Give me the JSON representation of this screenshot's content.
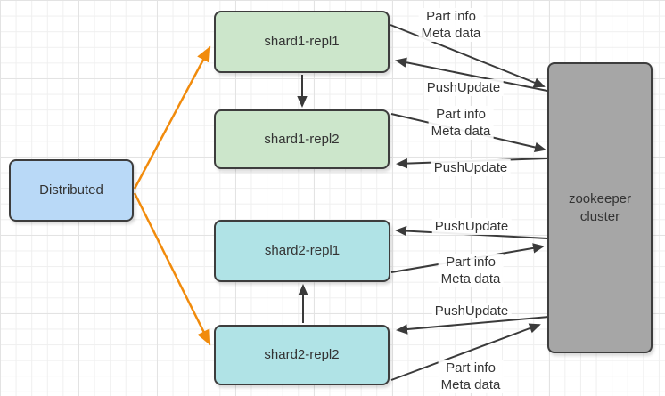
{
  "diagram": {
    "kind": "distributed-shard-replication-architecture",
    "nodes": [
      {
        "id": "distributed",
        "label": "Distributed",
        "fill": "#b9d9f7"
      },
      {
        "id": "shard1-repl1",
        "label": "shard1-repl1",
        "fill": "#cce6cb"
      },
      {
        "id": "shard1-repl2",
        "label": "shard1-repl2",
        "fill": "#cce6cb"
      },
      {
        "id": "shard2-repl1",
        "label": "shard2-repl1",
        "fill": "#b0e3e6"
      },
      {
        "id": "shard2-repl2",
        "label": "shard2-repl2",
        "fill": "#b0e3e6"
      },
      {
        "id": "zookeeper-cluster",
        "label": "zookeeper\ncluster",
        "fill": "#a6a6a6"
      }
    ],
    "edges": [
      {
        "from": "shard1-repl1",
        "to": "zookeeper-cluster",
        "label": "Part info\nMeta data",
        "color": "#3a3a3a"
      },
      {
        "from": "zookeeper-cluster",
        "to": "shard1-repl1",
        "label": "PushUpdate",
        "color": "#3a3a3a"
      },
      {
        "from": "shard1-repl2",
        "to": "zookeeper-cluster",
        "label": "Part info\nMeta data",
        "color": "#3a3a3a"
      },
      {
        "from": "zookeeper-cluster",
        "to": "shard1-repl2",
        "label": "PushUpdate",
        "color": "#3a3a3a"
      },
      {
        "from": "zookeeper-cluster",
        "to": "shard2-repl1",
        "label": "PushUpdate",
        "color": "#3a3a3a"
      },
      {
        "from": "shard2-repl1",
        "to": "zookeeper-cluster",
        "label": "Part info\nMeta data",
        "color": "#3a3a3a"
      },
      {
        "from": "zookeeper-cluster",
        "to": "shard2-repl2",
        "label": "PushUpdate",
        "color": "#3a3a3a"
      },
      {
        "from": "shard2-repl2",
        "to": "zookeeper-cluster",
        "label": "Part info\nMeta data",
        "color": "#3a3a3a"
      },
      {
        "from": "distributed",
        "to": "shard1-repl1",
        "label": "",
        "color": "#f18b0c"
      },
      {
        "from": "distributed",
        "to": "shard2-repl2",
        "label": "",
        "color": "#f18b0c"
      },
      {
        "from": "shard1-repl1",
        "to": "shard1-repl2",
        "label": "",
        "color": "#3a3a3a"
      },
      {
        "from": "shard2-repl2",
        "to": "shard2-repl1",
        "label": "",
        "color": "#3a3a3a"
      }
    ],
    "colors": {
      "background": "#ffffff",
      "grid_line": "#efefef",
      "node_border": "#3d3d3d",
      "arrow": "#3a3a3a",
      "highlight_arrow": "#f18b0c",
      "text": "#353535"
    }
  }
}
